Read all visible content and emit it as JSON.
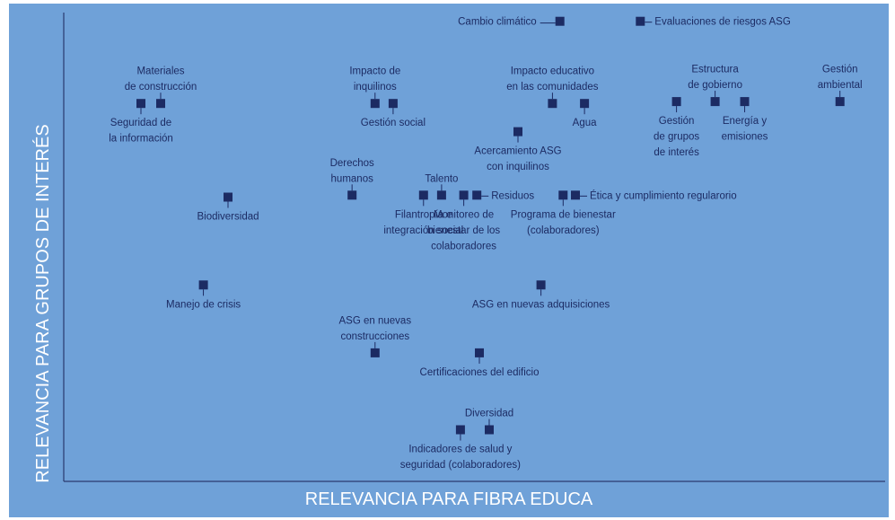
{
  "chart_data": {
    "type": "scatter",
    "title": "",
    "xlabel": "RELEVANCIA PARA FIBRA EDUCA",
    "ylabel": "RELEVANCIA PARA GRUPOS DE INTERÉS",
    "xlim": [
      0,
      100
    ],
    "ylim": [
      0,
      100
    ],
    "grid": false,
    "show_ticks": false,
    "colors": {
      "background": "#6fa1d8",
      "frame": "#2a3a6e",
      "marker": "#1c2b63",
      "text": "#1c2b63",
      "axis_label": "#ffffff"
    },
    "points": [
      {
        "id": "cambio-climatico",
        "label": [
          "Cambio climático"
        ],
        "x": 60.4,
        "y": 96.3,
        "label_pos": "left"
      },
      {
        "id": "evaluaciones-riesgos-asg",
        "label": [
          "Evaluaciones de riesgos ASG"
        ],
        "x": 70.2,
        "y": 96.3,
        "label_pos": "right"
      },
      {
        "id": "materiales-construccion",
        "label": [
          "Materiales",
          "de construcción"
        ],
        "x": 11.8,
        "y": 79.1,
        "label_pos": "above"
      },
      {
        "id": "seguridad-informacion",
        "label": [
          "Seguridad de",
          "la información"
        ],
        "x": 9.4,
        "y": 79.1,
        "label_pos": "below"
      },
      {
        "id": "impacto-inquilinos",
        "label": [
          "Impacto de",
          "inquilinos"
        ],
        "x": 37.9,
        "y": 79.1,
        "label_pos": "above"
      },
      {
        "id": "gestion-social",
        "label": [
          "Gestión social"
        ],
        "x": 40.1,
        "y": 79.1,
        "label_pos": "below"
      },
      {
        "id": "impacto-educativo",
        "label": [
          "Impacto educativo",
          "en las comunidades"
        ],
        "x": 59.5,
        "y": 79.1,
        "label_pos": "above"
      },
      {
        "id": "agua",
        "label": [
          "Agua"
        ],
        "x": 63.4,
        "y": 79.1,
        "label_pos": "below"
      },
      {
        "id": "acercamiento-asg",
        "label": [
          "Acercamiento ASG",
          "con inquilinos"
        ],
        "x": 55.3,
        "y": 73.2,
        "label_pos": "below"
      },
      {
        "id": "gestion-grupos-interes",
        "label": [
          "Gestión",
          "de grupos",
          "de interés"
        ],
        "x": 74.6,
        "y": 79.5,
        "label_pos": "below"
      },
      {
        "id": "estructura-gobierno",
        "label": [
          "Estructura",
          "de gobierno"
        ],
        "x": 79.3,
        "y": 79.5,
        "label_pos": "above"
      },
      {
        "id": "energia-emisiones",
        "label": [
          "Energía y",
          "emisiones"
        ],
        "x": 82.9,
        "y": 79.5,
        "label_pos": "below"
      },
      {
        "id": "gestion-ambiental",
        "label": [
          "Gestión",
          "ambiental"
        ],
        "x": 94.5,
        "y": 79.5,
        "label_pos": "above"
      },
      {
        "id": "biodiversidad",
        "label": [
          "Biodiversidad"
        ],
        "x": 20.0,
        "y": 59.5,
        "label_pos": "below"
      },
      {
        "id": "derechos-humanos",
        "label": [
          "Derechos",
          "humanos"
        ],
        "x": 35.1,
        "y": 59.9,
        "label_pos": "above"
      },
      {
        "id": "filantropia",
        "label": [
          "Filantropía e",
          "integración social"
        ],
        "x": 43.8,
        "y": 59.9,
        "label_pos": "below"
      },
      {
        "id": "talento",
        "label": [
          "Talento"
        ],
        "x": 46.0,
        "y": 59.9,
        "label_pos": "above"
      },
      {
        "id": "monitoreo-bienestar",
        "label": [
          "Monitoreo de",
          "bienestar de los",
          "colaboradores"
        ],
        "x": 48.7,
        "y": 59.9,
        "label_pos": "below"
      },
      {
        "id": "residuos",
        "label": [
          "Residuos"
        ],
        "x": 50.3,
        "y": 59.9,
        "label_pos": "right"
      },
      {
        "id": "programa-bienestar",
        "label": [
          "Programa de bienestar",
          "(colaboradores)"
        ],
        "x": 60.8,
        "y": 59.9,
        "label_pos": "below"
      },
      {
        "id": "etica-cumplimiento",
        "label": [
          "Ética y cumplimiento regularorio"
        ],
        "x": 62.3,
        "y": 59.9,
        "label_pos": "right"
      },
      {
        "id": "manejo-crisis",
        "label": [
          "Manejo de crisis"
        ],
        "x": 17.0,
        "y": 41.1,
        "label_pos": "below"
      },
      {
        "id": "asg-nuevas-adquisiciones",
        "label": [
          "ASG en nuevas adquisiciones"
        ],
        "x": 58.1,
        "y": 41.1,
        "label_pos": "below"
      },
      {
        "id": "asg-nuevas-construcciones",
        "label": [
          "ASG en nuevas",
          "construcciones"
        ],
        "x": 37.9,
        "y": 26.9,
        "label_pos": "above"
      },
      {
        "id": "certificaciones-edificio",
        "label": [
          "Certificaciones del edificio"
        ],
        "x": 50.6,
        "y": 26.9,
        "label_pos": "below"
      },
      {
        "id": "indicadores-salud",
        "label": [
          "Indicadores de salud y",
          "seguridad (colaboradores)"
        ],
        "x": 48.3,
        "y": 10.8,
        "label_pos": "below"
      },
      {
        "id": "diversidad",
        "label": [
          "Diversidad"
        ],
        "x": 51.8,
        "y": 10.8,
        "label_pos": "above"
      }
    ]
  }
}
